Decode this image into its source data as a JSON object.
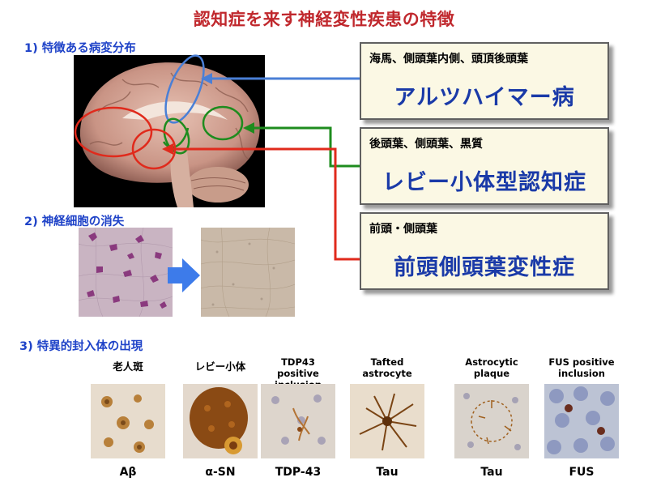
{
  "title": "認知症を来す神経変性疾患の特徴",
  "sections": {
    "s1": "1) 特徴ある病変分布",
    "s2": "2) 神経細胞の消失",
    "s3": "3) 特異的封入体の出現"
  },
  "boxes": [
    {
      "sub": "海馬、側頭葉内側、頭頂後頭葉",
      "main": "アルツハイマー病",
      "color": "#4a7fd6"
    },
    {
      "sub": "後頭葉、側頭葉、黒質",
      "main": "レビー小体型認知症",
      "color": "#1e8c1e"
    },
    {
      "sub": "前頭・側頭葉",
      "main": "前頭側頭葉変性症",
      "color": "#e02a1c"
    }
  ],
  "inclusions": [
    {
      "label": "老人斑",
      "antibody": "Aβ"
    },
    {
      "label": "レビー小体",
      "antibody": "α-SN"
    },
    {
      "label": "TDP43 positive inclusion",
      "antibody": "TDP-43"
    },
    {
      "label": "Tafted astrocyte",
      "antibody": "Tau"
    },
    {
      "label": "Astrocytic plaque",
      "antibody": "Tau"
    },
    {
      "label": "FUS positive inclusion",
      "antibody": "FUS"
    }
  ]
}
